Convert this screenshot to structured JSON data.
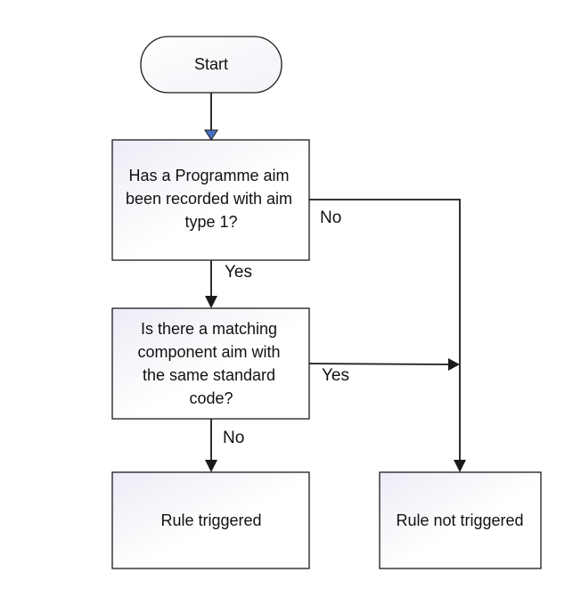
{
  "diagram": {
    "nodes": {
      "start": {
        "label": "Start"
      },
      "decision1": {
        "lines": [
          "Has a Programme aim",
          "been recorded with aim",
          "type 1?"
        ]
      },
      "decision2": {
        "lines": [
          "Is there a matching",
          "component aim with",
          "the same standard",
          "code?"
        ]
      },
      "triggered": {
        "label": "Rule triggered"
      },
      "not_triggered": {
        "label": "Rule not triggered"
      }
    },
    "edges": {
      "d1_yes": "Yes",
      "d1_no": "No",
      "d2_yes": "Yes",
      "d2_no": "No"
    },
    "colors": {
      "stroke": "#1a1a1a",
      "box_fill_light": "#ffffff",
      "box_fill_tint": "#ececf6",
      "start_arrowhead": "#4a72c4"
    }
  }
}
